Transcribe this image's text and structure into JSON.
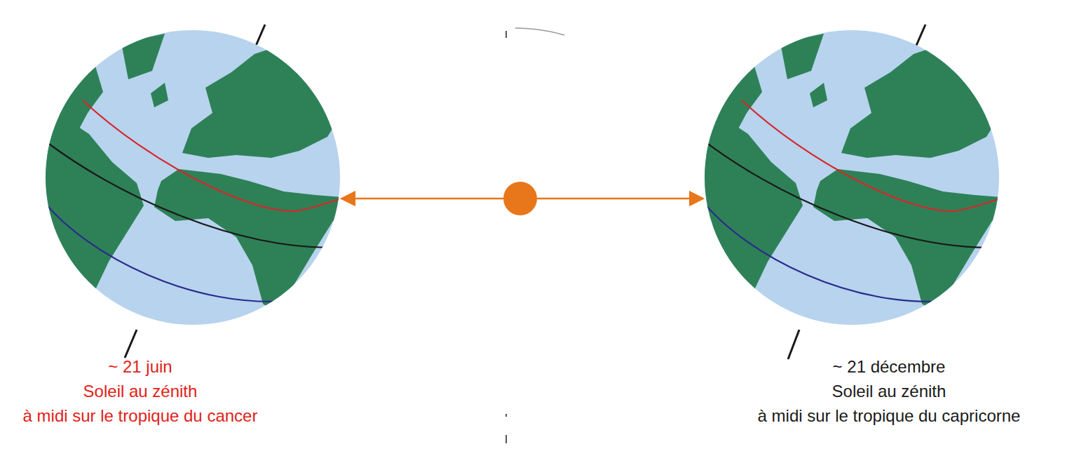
{
  "diagram": {
    "nodes": [
      {
        "text": [
          "~ 21 juin",
          "Soleil au zénith",
          "à midi sur le tropique du cancer"
        ]
      },
      {
        "text": [
          "~ 21 décembre",
          "Soleil au zénith",
          "à midi sur le tropique du capricorne"
        ]
      }
    ]
  }
}
